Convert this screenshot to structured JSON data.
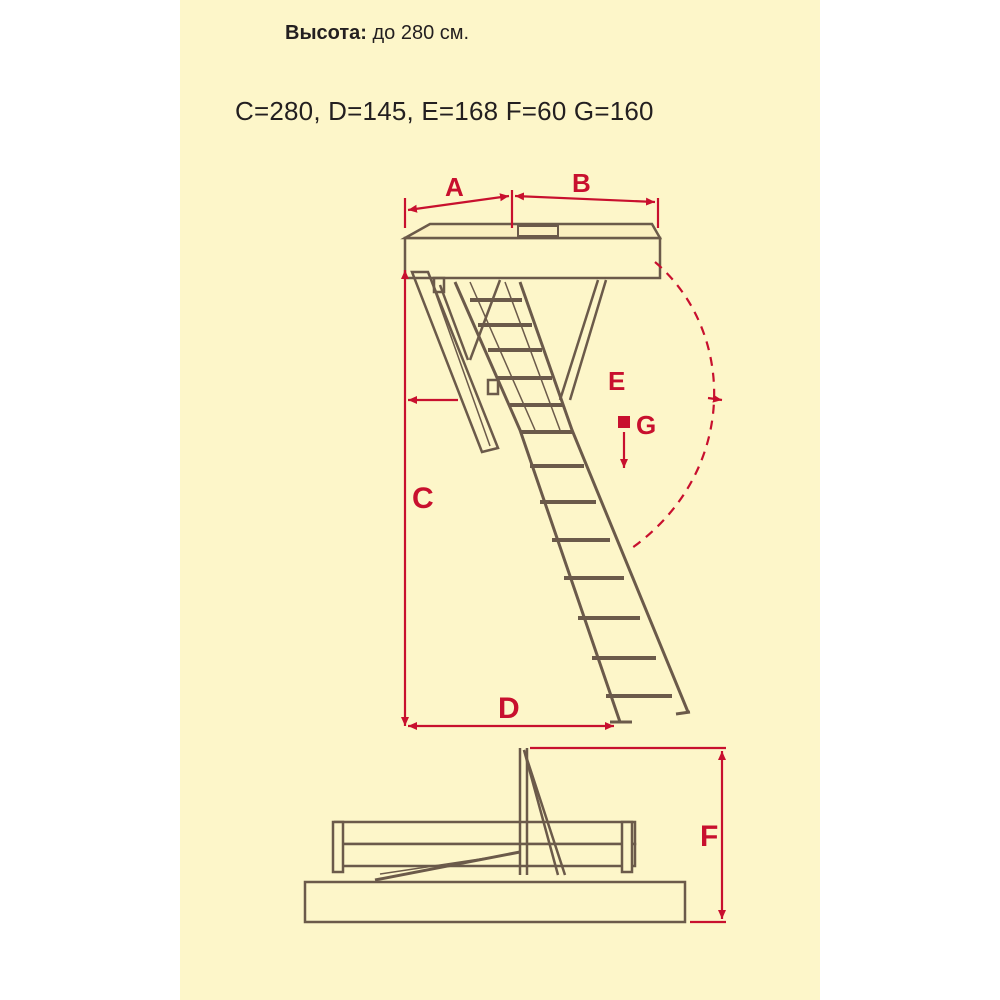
{
  "header": {
    "height_label": "Высота:",
    "height_value": "до 280 см."
  },
  "dimensions_line": "C=280, D=145, E=168 F=60 G=160",
  "diagram": {
    "labels": {
      "a": "A",
      "b": "B",
      "c": "C",
      "d": "D",
      "e": "E",
      "f": "F",
      "g": "G"
    }
  },
  "colors": {
    "background": "#fdf6c9",
    "dimension": "#c8102e",
    "frame": "#6b5a4a",
    "text": "#231f20"
  }
}
